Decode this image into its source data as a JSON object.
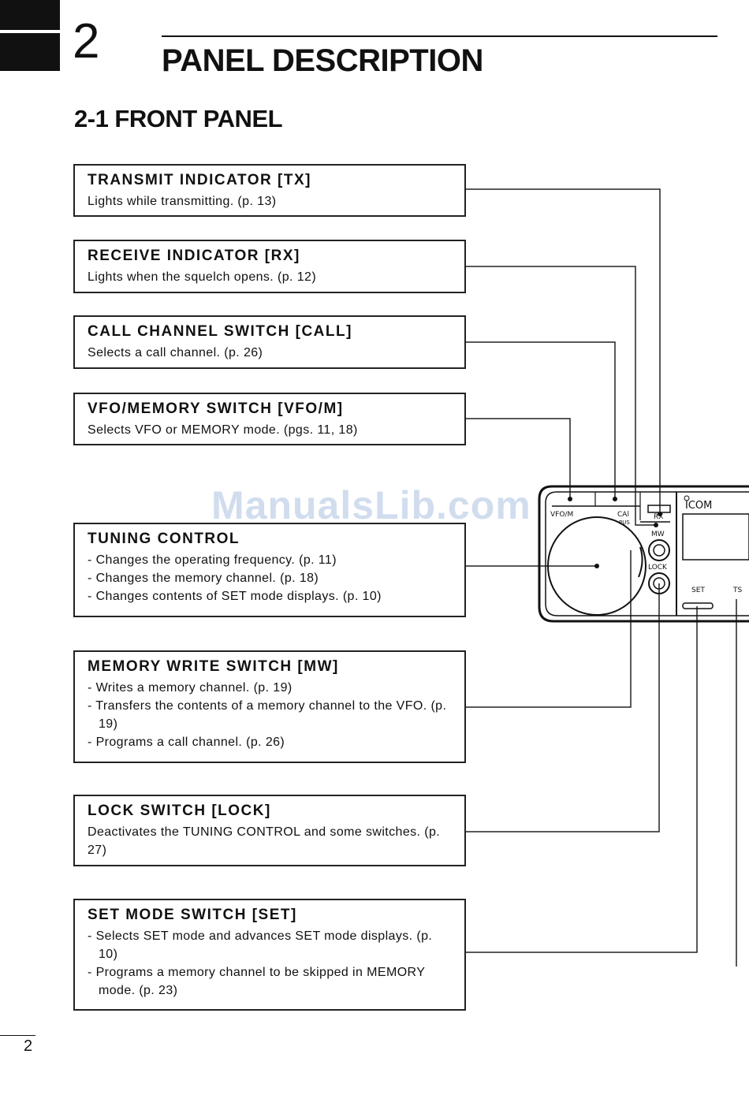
{
  "header": {
    "chapter_number": "2",
    "chapter_title": "PANEL DESCRIPTION",
    "section_title": "2-1 FRONT PANEL"
  },
  "callouts": [
    {
      "title": "TRANSMIT INDICATOR [TX]",
      "text": "Lights while transmitting.  (p. 13)"
    },
    {
      "title": "RECEIVE INDICATOR [RX]",
      "text": "Lights when the squelch opens.  (p. 12)"
    },
    {
      "title": "CALL CHANNEL SWITCH [CALL]",
      "text": "Selects a call channel.  (p. 26)"
    },
    {
      "title": "VFO/MEMORY SWITCH [VFO/M]",
      "text": "Selects VFO or MEMORY mode.  (pgs. 11, 18)"
    },
    {
      "title": "TUNING CONTROL",
      "items": [
        "Changes the operating frequency.  (p. 11)",
        "Changes the memory channel.  (p. 18)",
        "Changes contents of SET mode displays.  (p. 10)"
      ]
    },
    {
      "title": "MEMORY WRITE SWITCH [MW]",
      "items": [
        "Writes a memory channel.  (p. 19)",
        "Transfers the contents of a memory channel to the VFO.  (p. 19)",
        "Programs a call channel.  (p. 26)"
      ]
    },
    {
      "title": "LOCK SWITCH [LOCK]",
      "text": "Deactivates the TUNING CONTROL and some switches. (p. 27)"
    },
    {
      "title": "SET MODE SWITCH [SET]",
      "items": [
        "Selects SET mode and advances SET mode displays. (p. 10)",
        "Programs a memory channel to be skipped in MEMORY mode.  (p. 23)"
      ]
    }
  ],
  "panel_labels": {
    "vfo_m": "VFO/M",
    "call": "CAl",
    "push": "PUS",
    "rx": "RX",
    "mw": "MW",
    "lock": "LOCK",
    "icom": "ICOM",
    "set": "SET",
    "ts": "TS"
  },
  "watermark": "ManualsLib.com",
  "page_number": "2"
}
